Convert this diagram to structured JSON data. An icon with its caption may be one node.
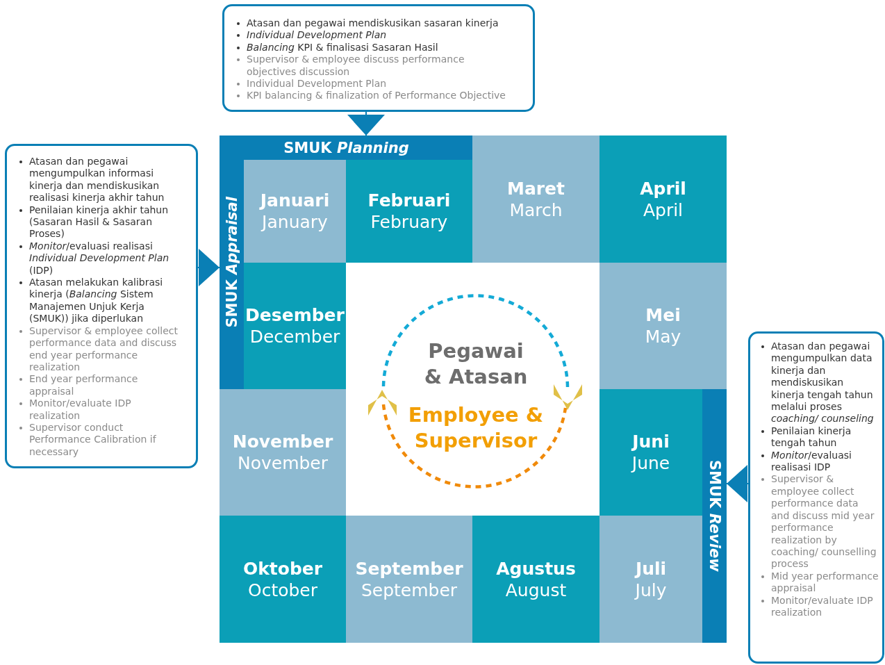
{
  "diagram": {
    "nodes": [
      {
        "text": [
          "Atasan dan pegawai mendiskusikan sasaran kinerja",
          "Individual Development Plan",
          "*Balancing* KPI & finalisasi Sasaran Hasil",
          "Supervisor & employee discuss performance objectives discussion",
          "Individual Development Plan",
          "KPI balancing & finalization of Performance Objective"
        ]
      },
      {
        "text": [
          "Atasan dan pegawai mengumpulkan informasi kinerja dan mendiskusikan realisasi kinerja akhir tahun",
          "Penilaian kinerja akhir tahun (Sasaran Hasil & Sasaran Proses)",
          "*Monitor*/evaluasi realisasi *Individual Development Plan* (IDP)",
          "Atasan melakukan kalibrasi kinerja (*Balancing* Sistem Manajemen Unjuk Kerja (SMUK)) jika diperlukan",
          "Supervisor & employee collect performance data and discuss end year performance realization",
          "End year performance appraisal",
          "Monitor/evaluate IDP realization",
          "Supervisor conduct Performance Calibration if necessary"
        ]
      },
      {
        "text": [
          "Atasan dan pegawai mengumpulkan data kinerja dan mendiskusikan kinerja tengah tahun melalui proses *coaching/ counseling*",
          "Penilaian kinerja tengah tahun",
          "*Monitor*/evaluasi realisasi IDP",
          "Supervisor & employee collect performance data and discuss mid year performance realization by coaching/ counselling process",
          "Mid year performance appraisal",
          "Monitor/evaluate IDP realization"
        ]
      },
      {
        "text": [
          "SMUK *Planning*"
        ]
      },
      {
        "text": [
          "SMUK *Appraisal*"
        ]
      },
      {
        "text": [
          "SMUK *Review*"
        ]
      },
      {
        "text": [
          "Januari",
          "January"
        ]
      },
      {
        "text": [
          "Februari",
          "February"
        ]
      },
      {
        "text": [
          "Maret",
          "March"
        ]
      },
      {
        "text": [
          "April",
          "April"
        ]
      },
      {
        "text": [
          "Desember",
          "December"
        ]
      },
      {
        "text": [
          "Mei",
          "May"
        ]
      },
      {
        "text": [
          "November",
          "November"
        ]
      },
      {
        "text": [
          "Juni",
          "June"
        ]
      },
      {
        "text": [
          "Oktober",
          "October"
        ]
      },
      {
        "text": [
          "September",
          "September"
        ]
      },
      {
        "text": [
          "Agustus",
          "August"
        ]
      },
      {
        "text": [
          "Juli",
          "July"
        ]
      },
      {
        "text": [
          "Pegawai & Atasan",
          "Employee & Supervisor"
        ]
      }
    ],
    "edges": [
      {
        "from": 0,
        "to": 3,
        "arrow": "to"
      },
      {
        "from": 1,
        "to": 4,
        "arrow": "to"
      },
      {
        "from": 2,
        "to": 5,
        "arrow": "to"
      }
    ]
  }
}
